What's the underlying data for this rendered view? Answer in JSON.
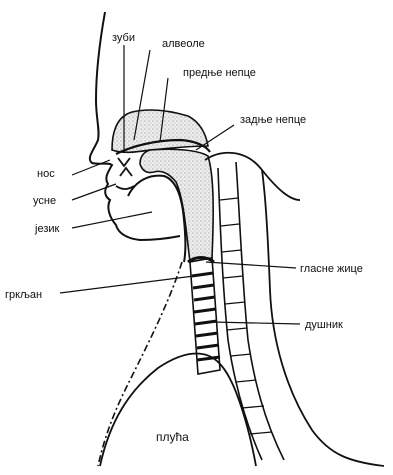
{
  "labels": {
    "teeth": "зуби",
    "alveoli": "алвеоле",
    "hard_palate": "предње непце",
    "soft_palate": "задње непце",
    "nose": "нос",
    "lips": "усне",
    "tongue": "језик",
    "vocal_cords": "гласне жице",
    "larynx": "гркљан",
    "trachea": "душник",
    "lungs": "плућа"
  },
  "colors": {
    "ink": "#111111",
    "airway_fill": "#e6e6e6",
    "background": "#ffffff"
  }
}
